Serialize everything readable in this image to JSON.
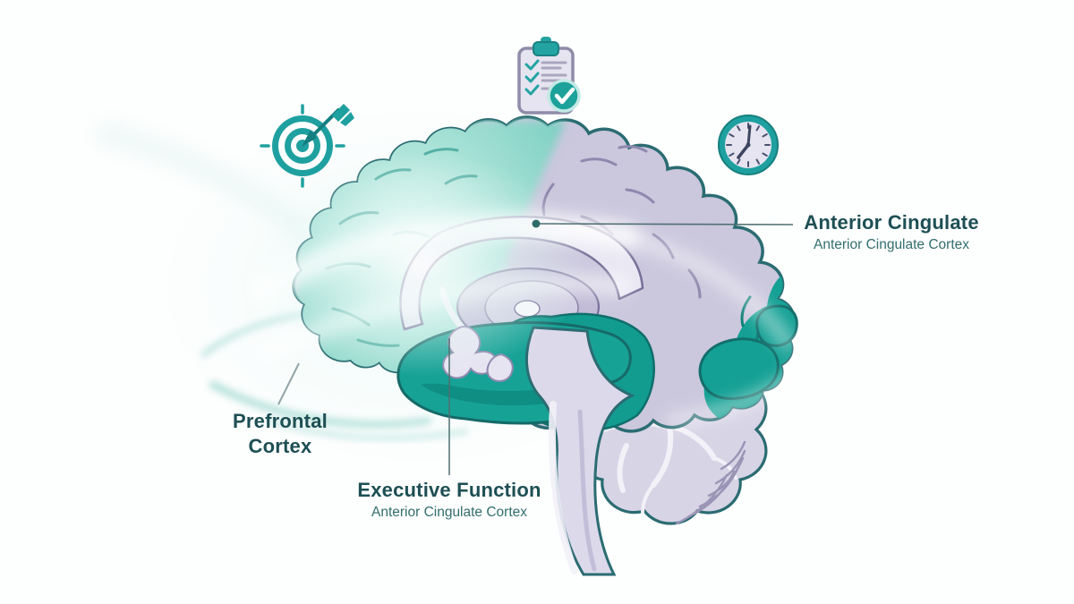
{
  "labels": {
    "anterior_cingulate": {
      "title": "Anterior Cingulate",
      "subtitle": "Anterior Cingulate Cortex"
    },
    "prefrontal_cortex": {
      "title": "Prefrontal Cortex"
    },
    "executive_function": {
      "title": "Executive Function",
      "subtitle": "Anterior Cingulate Cortex"
    }
  },
  "icons": {
    "target": "target-goal-icon",
    "checklist": "checklist-clipboard-icon",
    "clock": "clock-icon"
  },
  "colors": {
    "accent_teal": "#1FA0A0",
    "deep_teal": "#129C90",
    "mint_frontal": "#8FD9CD",
    "lavender": "#CBC7DD",
    "outline_teal": "#2A6C72",
    "label_primary": "#1D4F54",
    "label_secondary": "#336E6D"
  }
}
